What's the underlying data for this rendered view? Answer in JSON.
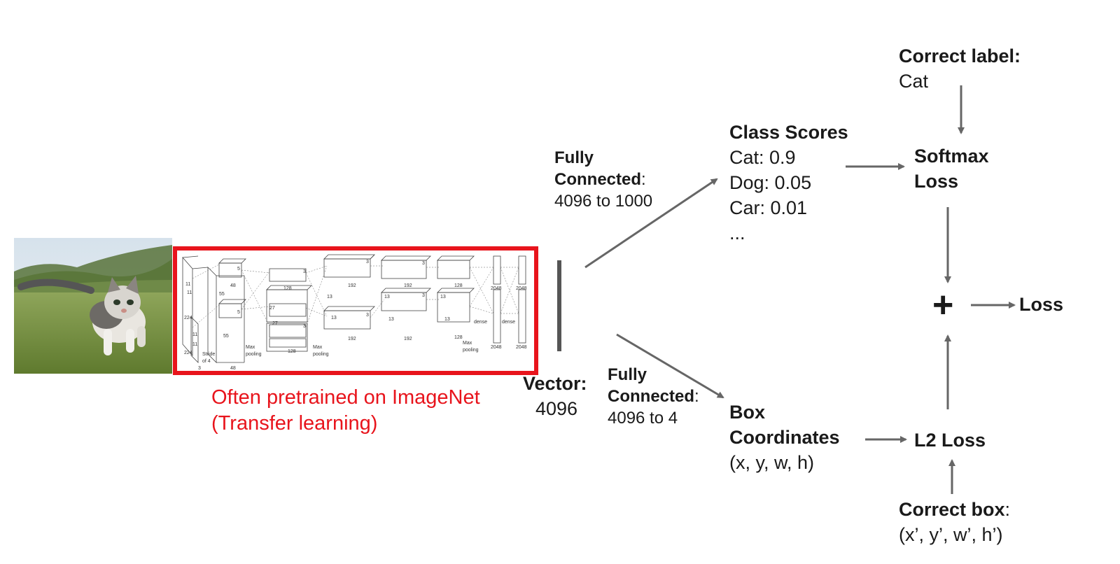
{
  "input": {
    "image_label": ""
  },
  "cnn": {
    "caption_line1": "Often pretrained on ImageNet",
    "caption_line2": "(Transfer learning)",
    "labels": {
      "l224a": "224",
      "l224b": "224",
      "l11a": "11",
      "l11b": "11",
      "l11c": "11",
      "l11d": "11",
      "stride1": "Stride",
      "stride2": "of 4",
      "l3": "3",
      "l55a": "55",
      "l55b": "55",
      "l48a": "48",
      "l48b": "48",
      "l5a": "5",
      "l5b": "5",
      "l27a": "27",
      "l27b": "27",
      "l128a": "128",
      "l128b": "128",
      "maxpool1a": "Max",
      "maxpool1b": "pooling",
      "maxpool2a": "Max",
      "maxpool2b": "pooling",
      "l13a": "13",
      "l13b": "13",
      "l13c": "13",
      "l13d": "13",
      "l13e": "13",
      "l13f": "13",
      "l192a": "192",
      "l192b": "192",
      "l192c": "192",
      "l192d": "192",
      "l128c": "128",
      "l128d": "128",
      "l3a": "3",
      "l3b": "3",
      "l3c": "3",
      "l3d": "3",
      "l3e": "3",
      "l3f": "3",
      "maxpool3a": "Max",
      "maxpool3b": "pooling",
      "dense1": "dense",
      "dense2": "dense",
      "l2048a": "2048",
      "l2048b": "2048",
      "l2048c": "2048",
      "l2048d": "2048"
    }
  },
  "vector": {
    "label": "Vector:",
    "size": "4096"
  },
  "fc_top": {
    "line1": "Fully",
    "line2": "Connected",
    "colon": ":",
    "line3": "4096 to 1000"
  },
  "fc_bottom": {
    "line1": "Fully",
    "line2": "Connected",
    "colon": ":",
    "line3": "4096 to 4"
  },
  "class_scores": {
    "title": "Class Scores",
    "items": [
      "Cat: 0.9",
      "Dog: 0.05",
      "Car: 0.01",
      "..."
    ]
  },
  "box_coords": {
    "title1": "Box",
    "title2": "Coordinates",
    "value": "(x, y, w, h)"
  },
  "correct_label": {
    "title": "Correct label:",
    "value": "Cat"
  },
  "softmax": {
    "line1": "Softmax",
    "line2": "Loss"
  },
  "plus": {
    "symbol": "+"
  },
  "loss": {
    "label": "Loss"
  },
  "l2": {
    "label": "L2 Loss"
  },
  "correct_box": {
    "title": "Correct box",
    "colon": ":",
    "value": "(x’, y’, w’, h’)"
  },
  "colors": {
    "arrow": "#666666",
    "highlight": "#e8141c",
    "text": "#1a1a1a"
  }
}
